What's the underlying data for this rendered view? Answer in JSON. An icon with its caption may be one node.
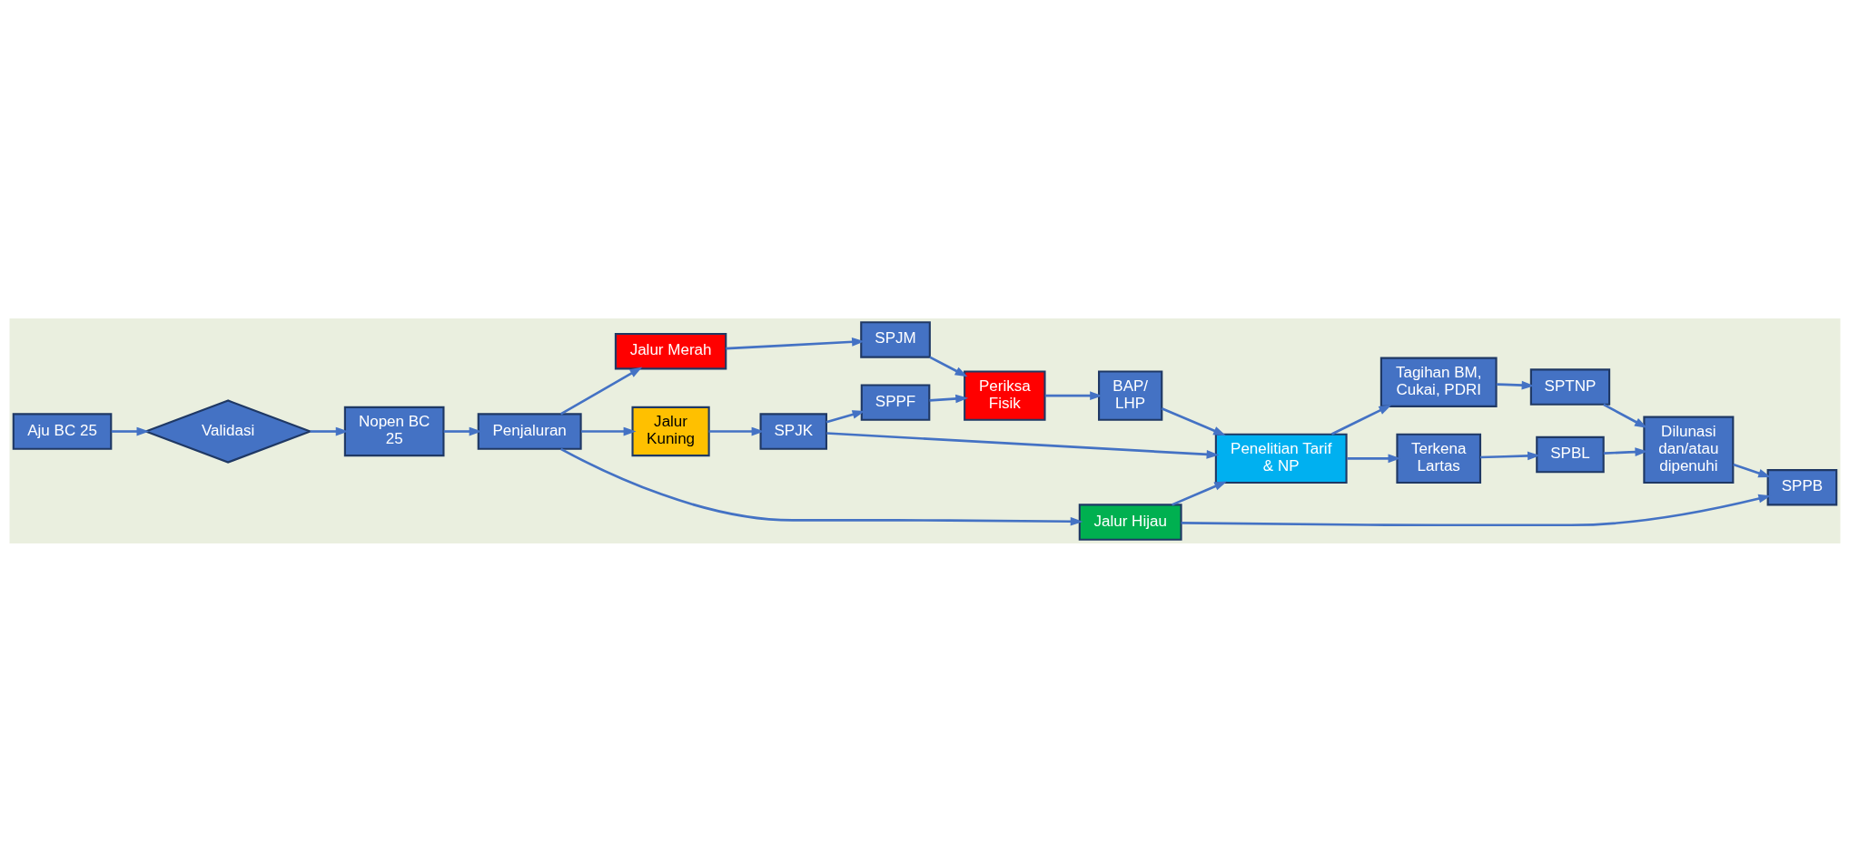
{
  "diagram": {
    "nodes": [
      {
        "text": [
          "Aju BC 25"
        ]
      },
      {
        "text": [
          "Validasi"
        ]
      },
      {
        "text": [
          "Nopen BC 25"
        ]
      },
      {
        "text": [
          "Penjaluran"
        ]
      },
      {
        "text": [
          "Jalur Merah"
        ]
      },
      {
        "text": [
          "Jalur Kuning"
        ]
      },
      {
        "text": [
          "Jalur Hijau"
        ]
      },
      {
        "text": [
          "SPJM"
        ]
      },
      {
        "text": [
          "SPPF"
        ]
      },
      {
        "text": [
          "Periksa Fisik"
        ]
      },
      {
        "text": [
          "BAP/ LHP"
        ]
      },
      {
        "text": [
          "SPJK"
        ]
      },
      {
        "text": [
          "Penelitian Tarif & NP"
        ]
      },
      {
        "text": [
          "Tagihan BM, Cukai, PDRI"
        ]
      },
      {
        "text": [
          "Terkena Lartas"
        ]
      },
      {
        "text": [
          "SPTNP"
        ]
      },
      {
        "text": [
          "SPBL"
        ]
      },
      {
        "text": [
          "Dilunasi dan/atau dipenuhi"
        ]
      },
      {
        "text": [
          "SPPB"
        ]
      }
    ],
    "edges": [
      {
        "from": 0,
        "to": 1,
        "arrow": "to"
      },
      {
        "from": 1,
        "to": 2,
        "arrow": "to"
      },
      {
        "from": 2,
        "to": 3,
        "arrow": "to"
      },
      {
        "from": 3,
        "to": 4,
        "arrow": "to"
      },
      {
        "from": 3,
        "to": 5,
        "arrow": "to"
      },
      {
        "from": 3,
        "to": 6,
        "arrow": "to"
      },
      {
        "from": 4,
        "to": 7,
        "arrow": "to"
      },
      {
        "from": 7,
        "to": 9,
        "arrow": "to"
      },
      {
        "from": 5,
        "to": 11,
        "arrow": "to"
      },
      {
        "from": 11,
        "to": 8,
        "arrow": "to"
      },
      {
        "from": 8,
        "to": 9,
        "arrow": "to"
      },
      {
        "from": 9,
        "to": 10,
        "arrow": "to"
      },
      {
        "from": 10,
        "to": 12,
        "arrow": "to"
      },
      {
        "from": 11,
        "to": 12,
        "arrow": "to"
      },
      {
        "from": 6,
        "to": 12,
        "arrow": "to"
      },
      {
        "from": 6,
        "to": 18,
        "arrow": "to"
      },
      {
        "from": 12,
        "to": 13,
        "arrow": "to"
      },
      {
        "from": 12,
        "to": 14,
        "arrow": "to"
      },
      {
        "from": 13,
        "to": 15,
        "arrow": "to"
      },
      {
        "from": 14,
        "to": 16,
        "arrow": "to"
      },
      {
        "from": 15,
        "to": 17,
        "arrow": "to"
      },
      {
        "from": 16,
        "to": 17,
        "arrow": "to"
      },
      {
        "from": 17,
        "to": 18,
        "arrow": "to"
      }
    ]
  }
}
